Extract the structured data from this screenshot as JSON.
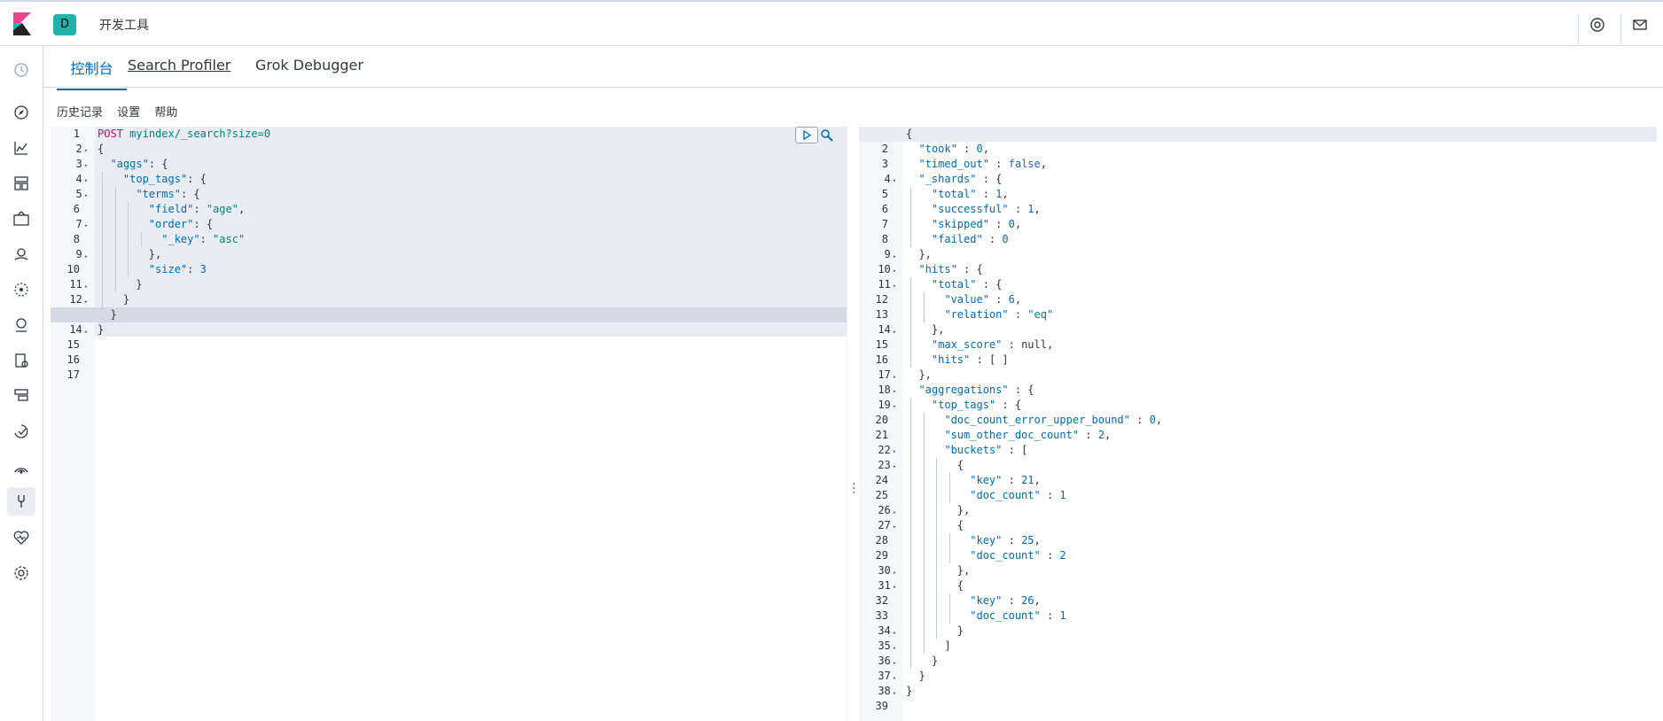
{
  "header": {
    "space_initial": "D",
    "app_title": "开发工具",
    "icons": [
      "help-icon",
      "newsfeed-icon"
    ]
  },
  "nav": {
    "icons": [
      "recent-icon",
      "discover-icon",
      "visualize-icon",
      "dashboard-icon",
      "canvas-icon",
      "maps-icon",
      "ml-icon",
      "siem-icon",
      "logs-icon",
      "infrastructure-icon",
      "apm-icon",
      "uptime-icon",
      "devtools-icon",
      "monitoring-icon",
      "management-icon"
    ]
  },
  "tabs": [
    {
      "label": "控制台",
      "active": true
    },
    {
      "label": "Search Profiler",
      "active": false
    },
    {
      "label": "Grok Debugger",
      "active": false
    }
  ],
  "toolbar": {
    "history": "历史记录",
    "settings": "设置",
    "help": "帮助"
  },
  "request": {
    "method": "POST",
    "url": "myindex/_search?size=0",
    "lines": [
      "{",
      "  \"aggs\": {",
      "    \"top_tags\": {",
      "      \"terms\": {",
      "        \"field\": \"age\",",
      "        \"order\": {",
      "          \"_key\": \"asc\"",
      "        },",
      "        \"size\": 3",
      "      }",
      "    }",
      "  }",
      "}"
    ],
    "total_lines": 17
  },
  "response": {
    "lines": [
      "{",
      "  \"took\" : 0,",
      "  \"timed_out\" : false,",
      "  \"_shards\" : {",
      "    \"total\" : 1,",
      "    \"successful\" : 1,",
      "    \"skipped\" : 0,",
      "    \"failed\" : 0",
      "  },",
      "  \"hits\" : {",
      "    \"total\" : {",
      "      \"value\" : 6,",
      "      \"relation\" : \"eq\"",
      "    },",
      "    \"max_score\" : null,",
      "    \"hits\" : [ ]",
      "  },",
      "  \"aggregations\" : {",
      "    \"top_tags\" : {",
      "      \"doc_count_error_upper_bound\" : 0,",
      "      \"sum_other_doc_count\" : 2,",
      "      \"buckets\" : [",
      "        {",
      "          \"key\" : 21,",
      "          \"doc_count\" : 1",
      "        },",
      "        {",
      "          \"key\" : 25,",
      "          \"doc_count\" : 2",
      "        },",
      "        {",
      "          \"key\" : 26,",
      "          \"doc_count\" : 1",
      "        }",
      "      ]",
      "    }",
      "  }",
      "}",
      ""
    ]
  },
  "colors": {
    "accent": "#006bb4",
    "method": "#c80a68",
    "string": "#00827f"
  }
}
